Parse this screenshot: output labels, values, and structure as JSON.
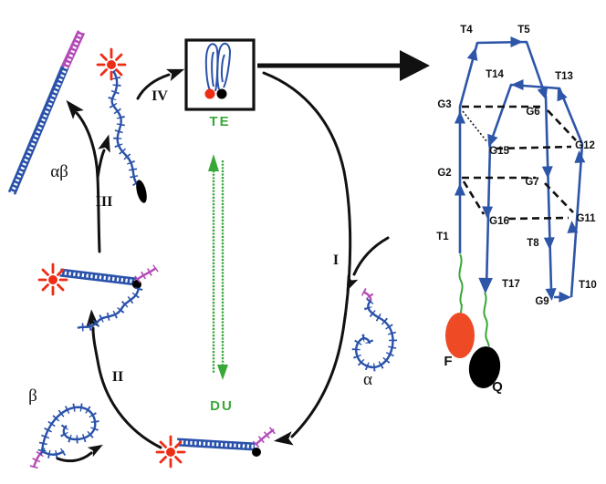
{
  "labels": {
    "steps": {
      "I": "I",
      "II": "II",
      "III": "III",
      "IV": "IV"
    },
    "species": {
      "alpha": "α",
      "beta": "β",
      "alphabeta": "αβ"
    },
    "states": {
      "te": "TE",
      "du": "DU"
    },
    "structure": {
      "T1": "T1",
      "T4": "T4",
      "T5": "T5",
      "T8": "T8",
      "T10": "T10",
      "T13": "T13",
      "T14": "T14",
      "T17": "T17",
      "G2": "G2",
      "G3": "G3",
      "G6": "G6",
      "G7": "G7",
      "G9": "G9",
      "G11": "G11",
      "G12": "G12",
      "G15": "G15",
      "G16": "G16"
    },
    "markers": {
      "fluorophore": "F",
      "quencher": "Q"
    }
  },
  "colors": {
    "strand_blue": "#2a52aa",
    "structure_blue": "#2d55a8",
    "magenta": "#b44ab8",
    "red": "#ee2d16",
    "orange_f": "#ee4a26",
    "green": "#3aa838"
  }
}
